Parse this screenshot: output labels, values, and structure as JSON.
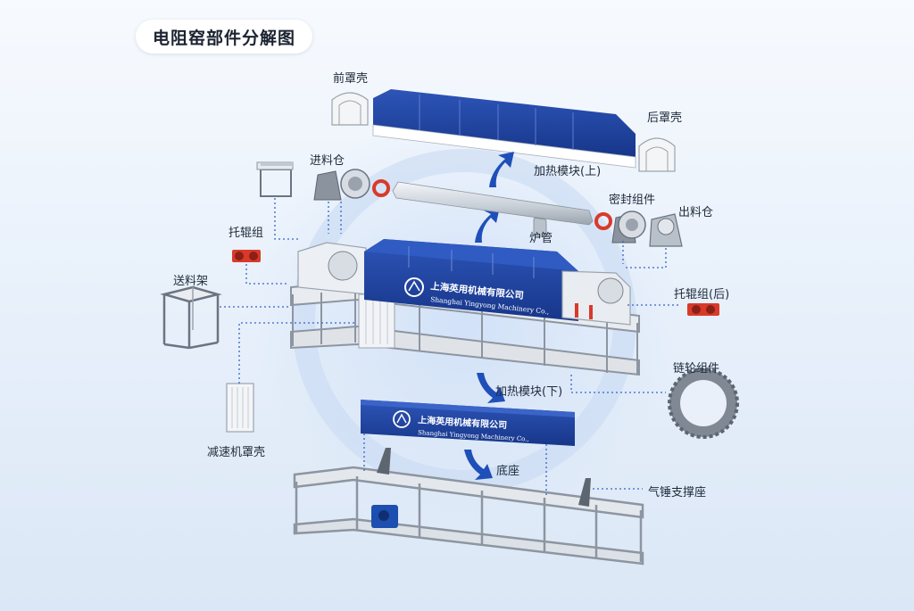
{
  "title": "电阻窑部件分解图",
  "brand": {
    "name_cn": "上海英用机械有限公司",
    "name_en": "Shanghai Yingyong Machinery Co.,"
  },
  "labels": {
    "front_cover": "前罩壳",
    "rear_cover": "后罩壳",
    "heating_upper": "加热模块(上)",
    "feed_bin": "进料仓",
    "seal_assembly": "密封组件",
    "discharge_bin": "出料仓",
    "furnace_tube": "炉管",
    "roller_group": "托辊组",
    "feed_rack": "送料架",
    "roller_group_rear": "托辊组(后)",
    "sprocket_assembly": "链轮组件",
    "heating_lower": "加热模块(下)",
    "reducer_cover": "减速机罩壳",
    "base": "底座",
    "hammer_support": "气锤支撑座"
  },
  "colors": {
    "module_blue": "#1c3f9a",
    "arrow_blue": "#1f4fb8",
    "frame_gray": "#9aa3ad",
    "roller_red": "#d83a2a",
    "leader_blue": "#3564c6"
  }
}
